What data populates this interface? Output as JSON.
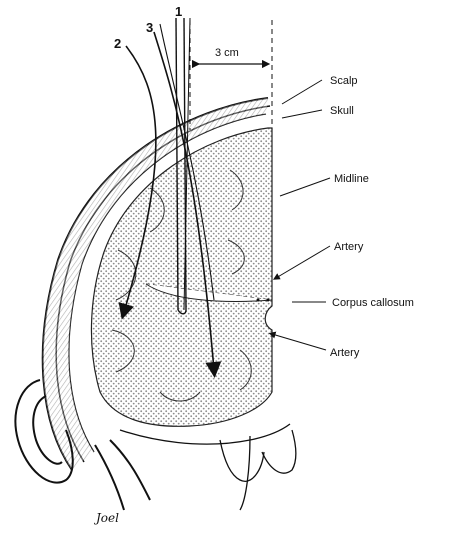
{
  "labels": {
    "trajectory_1": "1",
    "trajectory_2": "2",
    "trajectory_3": "3",
    "distance": "3 cm",
    "scalp": "Scalp",
    "skull": "Skull",
    "midline": "Midline",
    "artery_upper": "Artery",
    "corpus_callosum": "Corpus callosum",
    "artery_lower": "Artery",
    "signature": "Joel"
  },
  "colors": {
    "ink": "#111111",
    "stipple": "#9a9a9a",
    "background": "#ffffff"
  }
}
